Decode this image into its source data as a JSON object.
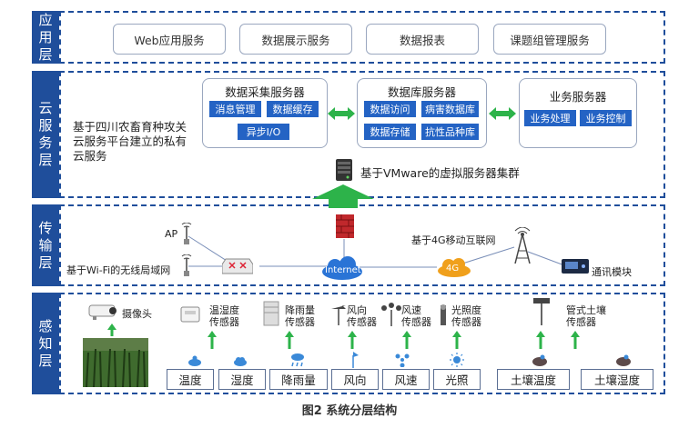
{
  "layers": {
    "app": "应用层",
    "cloud": "云服务层",
    "transport": "传输层",
    "sensing": "感知层"
  },
  "app_services": [
    "Web应用服务",
    "数据展示服务",
    "数据报表",
    "课题组管理服务"
  ],
  "cloud": {
    "description": "基于四川农畜育种攻关云服务平台建立的私有云服务",
    "collect": {
      "title": "数据采集服务器",
      "items": [
        "消息管理",
        "数据缓存",
        "异步I/O"
      ]
    },
    "database": {
      "title": "数据库服务器",
      "items": [
        "数据访问",
        "病害数据库",
        "数据存储",
        "抗性品种库"
      ]
    },
    "business": {
      "title": "业务服务器",
      "items": [
        "业务处理",
        "业务控制"
      ]
    },
    "vmware": "基于VMware的虚拟服务器集群"
  },
  "transport": {
    "ap": "AP",
    "wifi": "基于Wi-Fi的无线局域网",
    "internet": "Internet",
    "g4": "4G",
    "g4_net": "基于4G移动互联网",
    "comm": "通讯模块"
  },
  "sensing": {
    "camera": "摄像头",
    "sensors": [
      "温湿度\n传感器",
      "降雨量\n传感器",
      "风向\n传感器",
      "风速\n传感器",
      "光照度\n传感器",
      "管式土壤\n传感器"
    ],
    "bases": [
      "温度",
      "湿度",
      "降雨量",
      "风向",
      "风速",
      "光照",
      "土壤温度",
      "土壤湿度"
    ]
  },
  "caption": "图2  系统分层结构",
  "colors": {
    "layer": "#1f4e9b",
    "chip": "#2463c4",
    "arrow": "#2db34a"
  }
}
